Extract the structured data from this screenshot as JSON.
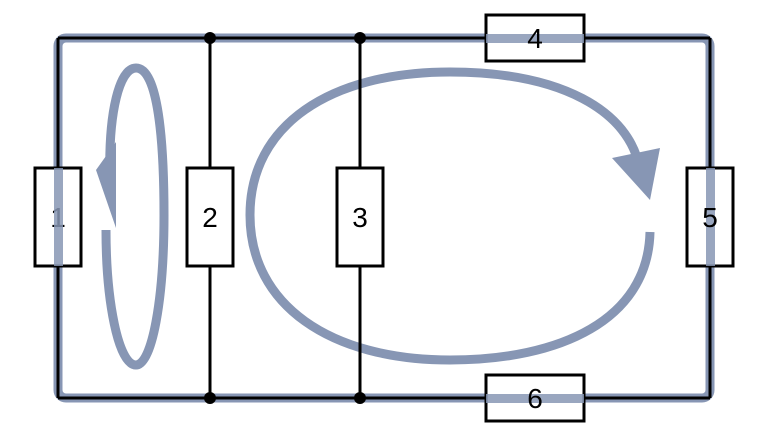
{
  "colors": {
    "wire": "#000000",
    "loop": "#8796b4",
    "background": "#ffffff"
  },
  "resistors": {
    "r1": {
      "label": "1"
    },
    "r2": {
      "label": "2"
    },
    "r3": {
      "label": "3"
    },
    "r4": {
      "label": "4"
    },
    "r5": {
      "label": "5"
    },
    "r6": {
      "label": "6"
    }
  }
}
